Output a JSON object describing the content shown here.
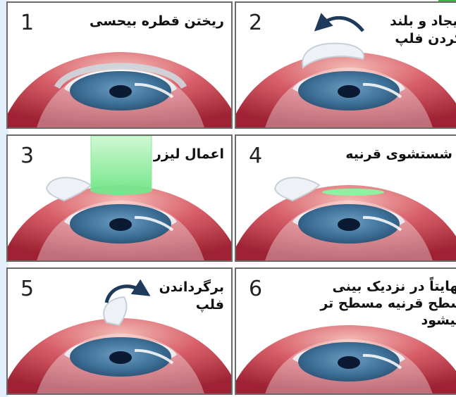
{
  "steps": [
    {
      "number": "1",
      "lines": [
        "ریختن قطره بیحسی"
      ]
    },
    {
      "number": "2",
      "lines": [
        "ایجاد و بلند",
        "کردن فلپ"
      ]
    },
    {
      "number": "3",
      "lines": [
        "اعمال لیزر"
      ]
    },
    {
      "number": "4",
      "lines": [
        "شستشوی قرنیه"
      ]
    },
    {
      "number": "5",
      "lines": [
        "برگرداندن",
        "فلپ"
      ]
    },
    {
      "number": "6",
      "lines": [
        "نهایتاً در نزدیک بینی",
        "سطح قرنیه مسطح تر",
        "میشود"
      ]
    }
  ],
  "colors": {
    "border": "#6b6b6b",
    "eye_red": "#b5323f",
    "iris": "#3d6f93",
    "pupil": "#0b1a33",
    "laser_green": "#8ef0a0",
    "arrow": "#1f3a5a",
    "accent_green": "#35b84a",
    "left_strip": "#e3f0fb"
  }
}
